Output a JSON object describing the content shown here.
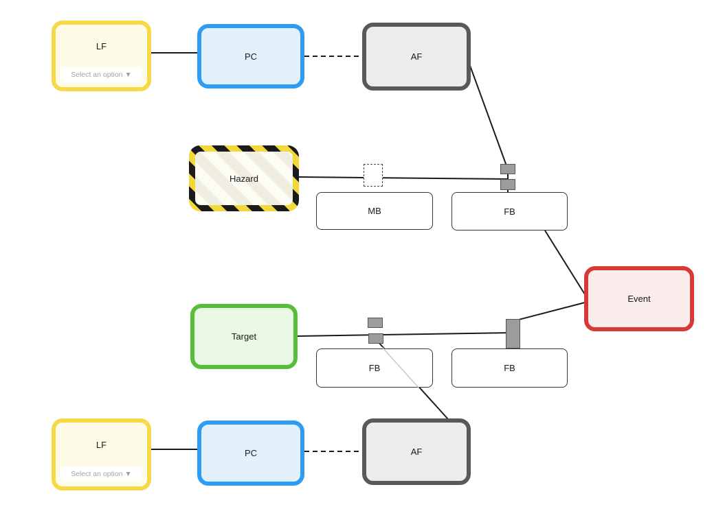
{
  "nodes": {
    "lf_top": {
      "label": "LF",
      "dropdown_placeholder": "Select an option ▼"
    },
    "pc_top": {
      "label": "PC"
    },
    "af_top": {
      "label": "AF"
    },
    "hazard": {
      "label": "Hazard"
    },
    "mb": {
      "label": "MB"
    },
    "fb_top": {
      "label": "FB"
    },
    "event": {
      "label": "Event"
    },
    "target": {
      "label": "Target"
    },
    "fb_mid": {
      "label": "FB"
    },
    "fb_right": {
      "label": "FB"
    },
    "lf_bottom": {
      "label": "LF",
      "dropdown_placeholder": "Select an option ▼"
    },
    "pc_bottom": {
      "label": "PC"
    },
    "af_bottom": {
      "label": "AF"
    }
  },
  "colors": {
    "lf_border": "#F5D947",
    "lf_fill": "#FEFCE8",
    "pc_border": "#2D9CF4",
    "pc_fill": "#E3F1FC",
    "af_border": "#595959",
    "af_fill": "#ECECEC",
    "target_border": "#57BE3C",
    "target_fill": "#E9F7E3",
    "event_border": "#D53A36",
    "event_fill": "#FBECEC",
    "hazard_yellow": "#F2D83B",
    "hazard_black": "#1B1B1B",
    "plain_border": "#333333",
    "plain_fill": "#FFFFFF",
    "connector_fill": "#9C9C9C",
    "connector_border": "#555555",
    "edge": "#1A1A1A"
  }
}
